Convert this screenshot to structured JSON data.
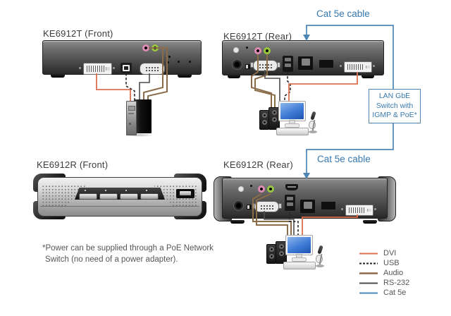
{
  "titles": {
    "t_front": "KE6912T (Front)",
    "t_rear": "KE6912T (Rear)",
    "r_front": "KE6912R (Front)",
    "r_rear": "KE6912R (Rear)"
  },
  "cat5e_labels": {
    "top": "Cat 5e cable",
    "bottom": "Cat 5e cable"
  },
  "switch_box": {
    "lines": [
      "LAN GbE",
      "Switch with",
      "IGMP & PoE*"
    ]
  },
  "footnote": {
    "line1": "*Power can be supplied through a PoE Network",
    "line2": "Switch (no need of a power adapter)."
  },
  "legend": {
    "items": [
      {
        "label": "DVI",
        "style": "solid"
      },
      {
        "label": "USB",
        "style": "dashed"
      },
      {
        "label": "Audio",
        "style": "solid"
      },
      {
        "label": "RS-232",
        "style": "solid"
      },
      {
        "label": "Cat 5e",
        "style": "solid"
      }
    ]
  },
  "colors": {
    "dvi": "#dd7050",
    "usb": "#262626",
    "audio": "#8a6c49",
    "rs232": "#4d4d4d",
    "cat5e": "#4e86b6",
    "blue_text": "#3778ad"
  }
}
